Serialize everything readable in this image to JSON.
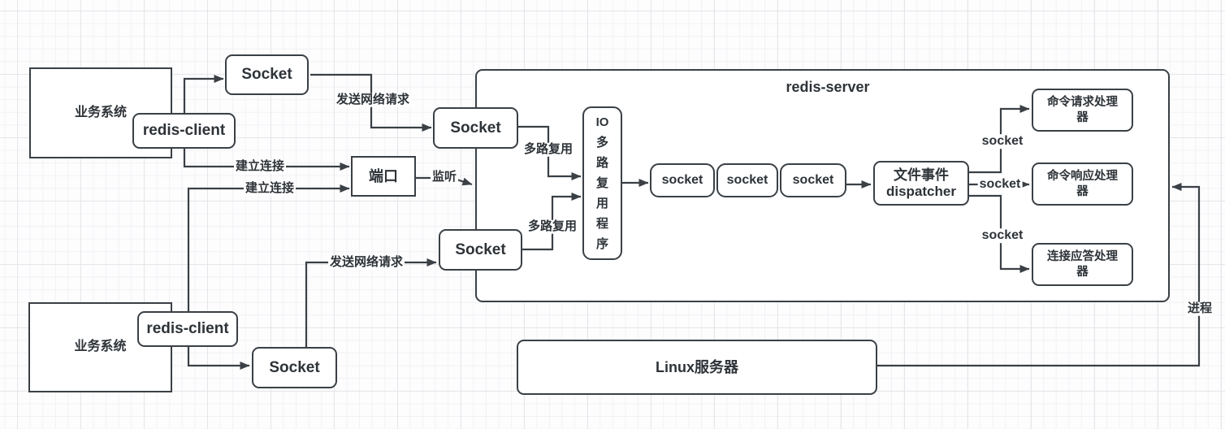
{
  "diagram": {
    "server_title": "redis-server",
    "colors": {
      "stroke": "#3a4045",
      "text": "#2e3338",
      "background": "#fdfdfe",
      "node_fill": "#ffffff"
    },
    "nodes": {
      "biz_top": {
        "label": "业务系统"
      },
      "redis_client_top": {
        "label": "redis-client"
      },
      "socket_client_top": {
        "label": "Socket"
      },
      "socket_in_top": {
        "label": "Socket"
      },
      "socket_in_bottom": {
        "label": "Socket"
      },
      "port": {
        "label": "端口"
      },
      "io_mux": {
        "lines": [
          "IO",
          "多",
          "路",
          "复",
          "用",
          "程",
          "序"
        ]
      },
      "socket_row": {
        "items": [
          "socket",
          "socket",
          "socket"
        ]
      },
      "dispatcher": {
        "lines": [
          "文件事件",
          "dispatcher"
        ]
      },
      "proc_request": {
        "lines": [
          "命令请求处理",
          "器"
        ]
      },
      "proc_response": {
        "lines": [
          "命令响应处理",
          "器"
        ]
      },
      "proc_accept": {
        "lines": [
          "连接应答处理",
          "器"
        ]
      },
      "linux_server": {
        "label": "Linux服务器"
      },
      "biz_bottom": {
        "label": "业务系统"
      },
      "redis_client_bottom": {
        "label": "redis-client"
      },
      "socket_client_bottom": {
        "label": "Socket"
      }
    },
    "edge_labels": {
      "send_request_top": "发送网络请求",
      "connect_1": "建立连接",
      "connect_2": "建立连接",
      "listen": "监听",
      "mux_top": "多路复用",
      "mux_bottom": "多路复用",
      "send_request_bottom": "发送网络请求",
      "socket_upper": "socket",
      "socket_middle": "socket",
      "socket_lower": "socket",
      "process": "进程"
    }
  }
}
